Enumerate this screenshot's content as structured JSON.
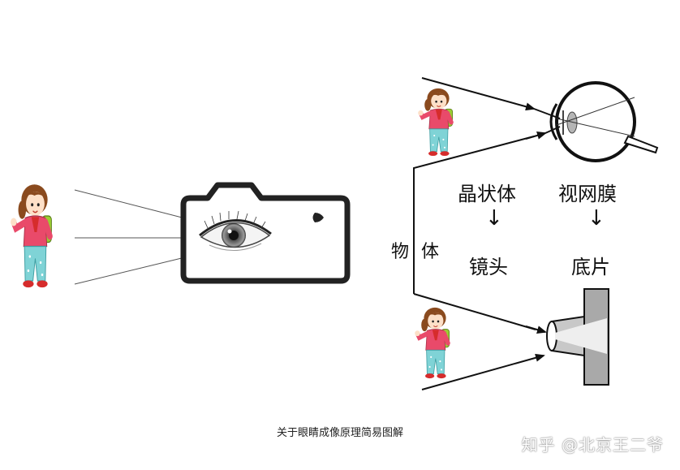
{
  "labels": {
    "lens_eye": "晶状体",
    "retina": "视网膜",
    "object": "物体",
    "object_char1": "物",
    "object_char2": "体",
    "camera_lens": "镜头",
    "film": "底片",
    "arrow_down": "↓"
  },
  "caption": "关于眼睛成像原理简易图解",
  "watermark": "知乎 @北京王二爷",
  "colors": {
    "ink": "#111111",
    "camera_body": "#222222",
    "lens_grey": "#c8c8c8",
    "film_grey": "#a9a9a9",
    "girl_shirt": "#e94a6a",
    "girl_pants": "#7fd3d6",
    "girl_hair": "#8a4a1e",
    "girl_bag": "#9acd32"
  },
  "icons": [
    "girl-figure",
    "camera-icon",
    "realistic-eye",
    "eyeball-cross-section",
    "camera-lens-diagram"
  ]
}
